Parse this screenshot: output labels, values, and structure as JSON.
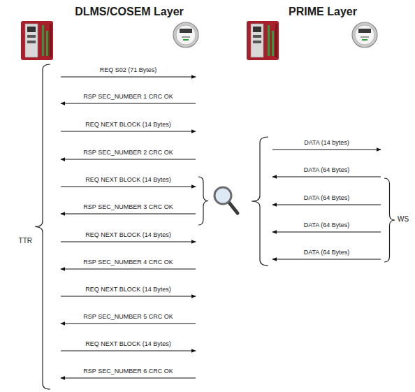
{
  "diagram": {
    "labels": [
      "DLMS/COSEM Layer",
      "PRIME Layer",
      "REQ S02 (71 Bytes)",
      "RSP SEC_NUMBER 1 CRC OK",
      "REQ NEXT BLOCK (14 Bytes)",
      "RSP SEC_NUMBER 2 CRC OK",
      "REQ NEXT BLOCK (14 Bytes)",
      "RSP SEC_NUMBER 3 CRC OK",
      "REQ NEXT BLOCK (14 Bytes)",
      "RSP SEC_NUMBER 4 CRC OK",
      "REQ NEXT BLOCK (14 Bytes)",
      "RSP SEC_NUMBER 5 CRC OK",
      "REQ NEXT BLOCK (14 Bytes)",
      "RSP SEC_NUMBER 6 CRC OK",
      "TTR",
      "DATA (14 bytes)",
      "DATA (64 Bytes)",
      "DATA (64 Bytes)",
      "DATA (64 Bytes)",
      "DATA (64 Bytes)",
      "WS"
    ]
  }
}
